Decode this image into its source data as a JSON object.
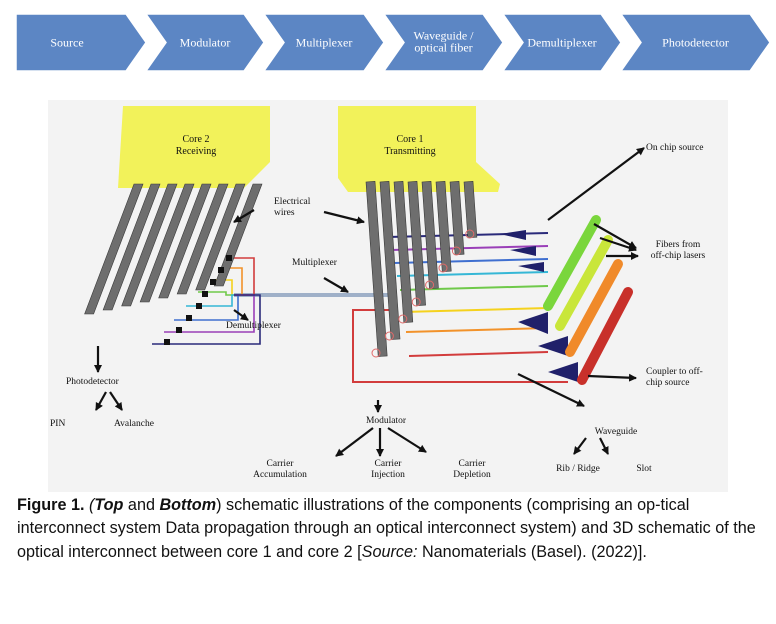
{
  "flow": {
    "steps": [
      "Source",
      "Modulator",
      "Multiplexer",
      "Waveguide /\noptical fiber",
      "Demultiplexer",
      "Photodetector"
    ],
    "color": "#5c86c4",
    "text_color": "#ffffff"
  },
  "diagram": {
    "core2": "Core 2\nReceiving",
    "core1": "Core 1\nTransmitting",
    "electrical_wires": "Electrical\nwires",
    "multiplexer": "Multiplexer",
    "demultiplexer": "Demultiplexer",
    "photodetector": "Photodetector",
    "pin": "PIN",
    "avalanche": "Avalanche",
    "modulator": "Modulator",
    "carrier_accumulation": "Carrier\nAccumulation",
    "carrier_injection": "Carrier\nInjection",
    "carrier_depletion": "Carrier\nDepletion",
    "waveguide": "Waveguide",
    "rib_ridge": "Rib / Ridge",
    "slot": "Slot",
    "on_chip_source": "On chip source",
    "fibers": "Fibers from\noff-chip lasers",
    "coupler": "Coupler to off-\nchip source",
    "core_color": "#f2f25a",
    "wire_color": "#6e6e6e",
    "waveguide_colors": [
      "#2a2a7a",
      "#9a3fb8",
      "#3f6fd0",
      "#35b7d6",
      "#6fc94a",
      "#f5d21e",
      "#f2922a",
      "#d23c3c"
    ],
    "fiber_colors": [
      "#7ad63c",
      "#c9e63a",
      "#f08a2a",
      "#c8302a"
    ]
  },
  "caption": {
    "label": "Figure 1.",
    "top": "Top",
    "and": " and ",
    "bottom": "Bottom",
    "text_1": ") schematic illustrations of the components (comprising an op-tical interconnect system Data propagation through an optical interconnect system) and 3D schematic of the optical interconnect between core 1 and core 2 [",
    "source_word": "Source:",
    "text_2": " Nanomaterials (Basel). (2022)]."
  }
}
